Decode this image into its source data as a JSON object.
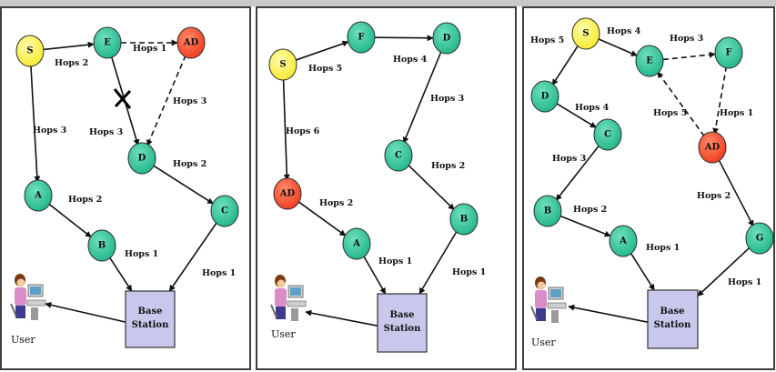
{
  "colors": {
    "source": "#f7ea28",
    "normal": "#1fb48a",
    "attacker": "#ee3a1c",
    "station_fill": "#c8c8ec",
    "frame": "#3f3f3f"
  },
  "icons": [
    "user-computer-icon",
    "cross-mark-icon"
  ],
  "panels": [
    {
      "nodes": [
        {
          "label": "S",
          "type": "source"
        },
        {
          "label": "E",
          "type": "normal"
        },
        {
          "label": "AD",
          "type": "attacker"
        },
        {
          "label": "D",
          "type": "normal"
        },
        {
          "label": "A",
          "type": "normal"
        },
        {
          "label": "B",
          "type": "normal"
        },
        {
          "label": "C",
          "type": "normal"
        }
      ],
      "edges": [
        {
          "label": "Hops 2"
        },
        {
          "label": "Hops 1"
        },
        {
          "label": "Hops 3"
        },
        {
          "label": "Hops 3"
        },
        {
          "label": "Hops 3"
        },
        {
          "label": "Hops 2"
        },
        {
          "label": "Hops 2"
        },
        {
          "label": "Hops 1"
        },
        {
          "label": "Hops 1"
        }
      ],
      "station": {
        "line1": "Base",
        "line2": "Station"
      },
      "user": "User"
    },
    {
      "nodes": [
        {
          "label": "S",
          "type": "source"
        },
        {
          "label": "F",
          "type": "normal"
        },
        {
          "label": "D",
          "type": "normal"
        },
        {
          "label": "C",
          "type": "normal"
        },
        {
          "label": "B",
          "type": "normal"
        },
        {
          "label": "AD",
          "type": "attacker"
        },
        {
          "label": "A",
          "type": "normal"
        }
      ],
      "edges": [
        {
          "label": "Hops 5"
        },
        {
          "label": "Hops 4"
        },
        {
          "label": "Hops 3"
        },
        {
          "label": "Hops 2"
        },
        {
          "label": "Hops 1"
        },
        {
          "label": "Hops 6"
        },
        {
          "label": "Hops 2"
        },
        {
          "label": "Hops 1"
        }
      ],
      "station": {
        "line1": "Base",
        "line2": "Station"
      },
      "user": "User"
    },
    {
      "nodes": [
        {
          "label": "S",
          "type": "source"
        },
        {
          "label": "E",
          "type": "normal"
        },
        {
          "label": "F",
          "type": "normal"
        },
        {
          "label": "D",
          "type": "normal"
        },
        {
          "label": "C",
          "type": "normal"
        },
        {
          "label": "B",
          "type": "normal"
        },
        {
          "label": "A",
          "type": "normal"
        },
        {
          "label": "AD",
          "type": "attacker"
        },
        {
          "label": "G",
          "type": "normal"
        }
      ],
      "edges": [
        {
          "label": "Hops 4"
        },
        {
          "label": "Hops 3"
        },
        {
          "label": "Hops 1"
        },
        {
          "label": "Hops 5"
        },
        {
          "label": "Hops 5"
        },
        {
          "label": "Hops 4"
        },
        {
          "label": "Hops 3"
        },
        {
          "label": "Hops 2"
        },
        {
          "label": "Hops 1"
        },
        {
          "label": "Hops 2"
        },
        {
          "label": "Hops 1"
        }
      ],
      "station": {
        "line1": "Base",
        "line2": "Station"
      },
      "user": "User"
    }
  ]
}
